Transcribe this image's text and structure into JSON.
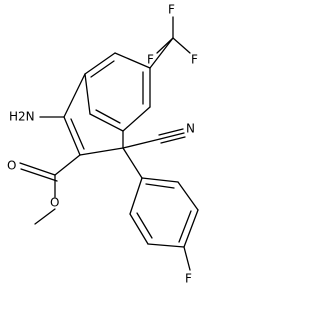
{
  "molecule": {
    "atoms": {
      "cf3_f_top": "F",
      "cf3_f_left": "F",
      "cf3_f_right": "F",
      "amino": "H2N",
      "nitrile_n": "N",
      "carbonyl_o": "O",
      "ester_o": "O",
      "aryl_f": "F"
    }
  },
  "colors": {
    "ink": "#000000",
    "background": "#ffffff"
  }
}
